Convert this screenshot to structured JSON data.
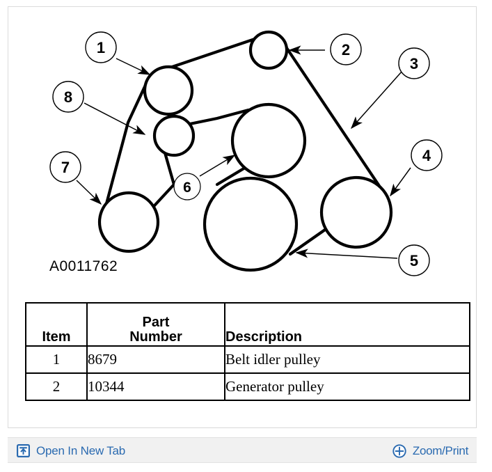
{
  "viewer": {
    "figure_code": "A0011762",
    "accent_color": "#2a6ab0",
    "toolbar_bg": "#f1f1f1",
    "line_color": "#000000"
  },
  "diagram": {
    "type": "serpentine-belt-routing",
    "callouts": [
      {
        "id": "1",
        "label": "1",
        "size": "large"
      },
      {
        "id": "2",
        "label": "2",
        "size": "large"
      },
      {
        "id": "3",
        "label": "3",
        "size": "large"
      },
      {
        "id": "4",
        "label": "4",
        "size": "large"
      },
      {
        "id": "5",
        "label": "5",
        "size": "large"
      },
      {
        "id": "6",
        "label": "6",
        "size": "small"
      },
      {
        "id": "7",
        "label": "7",
        "size": "large"
      },
      {
        "id": "8",
        "label": "8",
        "size": "large"
      }
    ]
  },
  "table": {
    "headers": {
      "item": "Item",
      "part_number_line1": "Part",
      "part_number_line2": "Number",
      "description": "Description"
    },
    "rows": [
      {
        "item": "1",
        "part_number": "8679",
        "description": "Belt idler pulley"
      },
      {
        "item": "2",
        "part_number": "10344",
        "description": "Generator pulley"
      }
    ]
  },
  "toolbar": {
    "open_in_new_tab": "Open In New Tab",
    "zoom_print": "Zoom/Print",
    "open_icon_name": "open-in-new-tab-icon",
    "zoom_icon_name": "plus-circle-icon"
  }
}
